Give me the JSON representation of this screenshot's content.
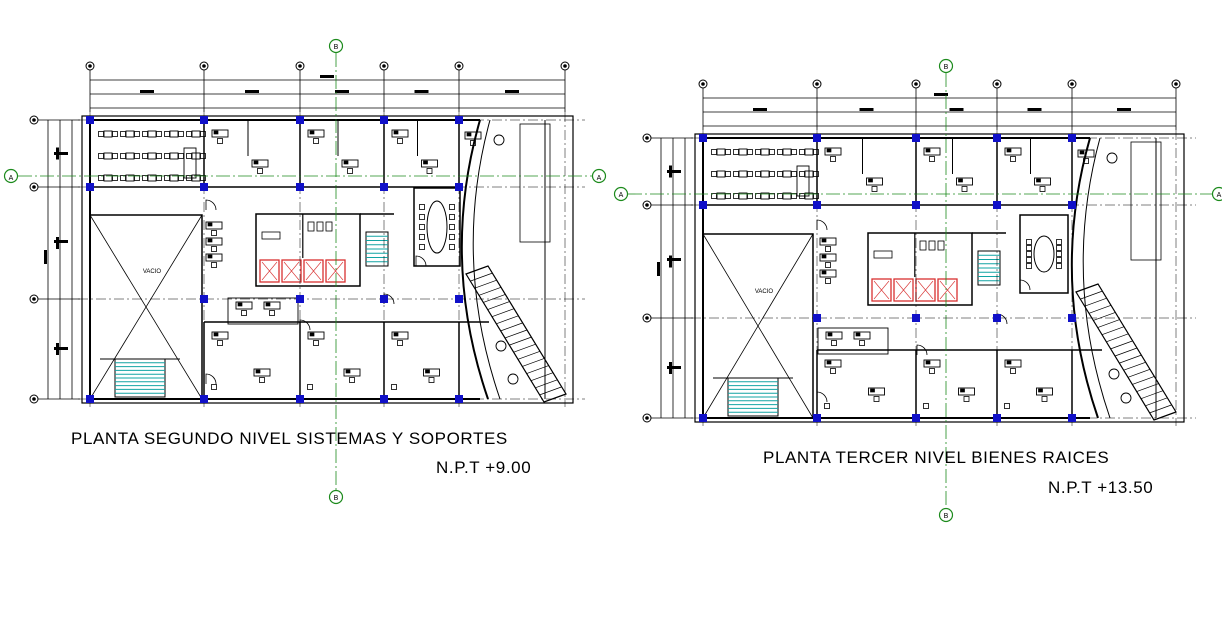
{
  "colors": {
    "line": "#000000",
    "column": "#1010c8",
    "axis": "#1c8a1c",
    "stair": "#12a4a4",
    "elevator": "#d83030"
  },
  "plans": [
    {
      "title": "PLANTA SEGUNDO NIVEL  SISTEMAS Y SOPORTES",
      "level": "N.P.T  +9.00",
      "void_label": "VACIO",
      "axis_x_tag": "A",
      "axis_y_tag": "B"
    },
    {
      "title": "PLANTA TERCER NIVEL  BIENES RAICES",
      "level": "N.P.T  +13.50",
      "void_label": "VACIO",
      "axis_x_tag": "A",
      "axis_y_tag": "B"
    }
  ]
}
